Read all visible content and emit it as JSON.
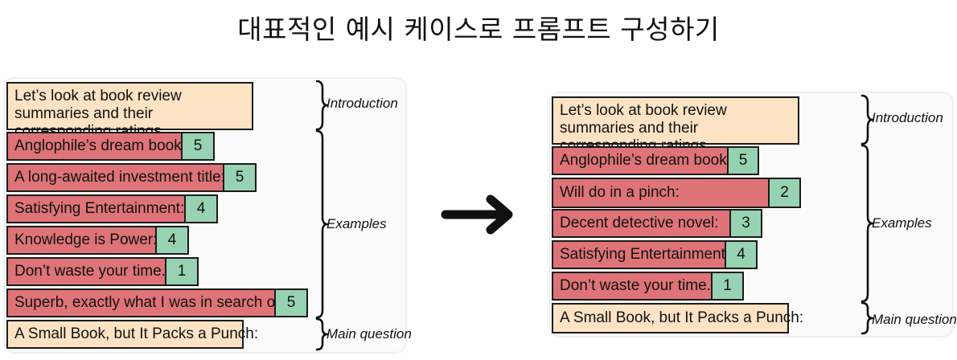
{
  "title": "대표적인 예시 케이스로 프롬프트 구성하기",
  "colors": {
    "introduction_fill": "#fde3c4",
    "example_text_fill": "#df7478",
    "rating_fill": "#97d2b2",
    "question_fill": "#fde3c4"
  },
  "left": {
    "introduction": "Let’s look at book review summaries and their corresponding ratings.",
    "examples": [
      {
        "text": "Anglophile’s dream book:",
        "rating": "5"
      },
      {
        "text": "A long-awaited investment title:",
        "rating": "5"
      },
      {
        "text": "Satisfying Entertainment:",
        "rating": "4"
      },
      {
        "text": "Knowledge is Power:",
        "rating": "4"
      },
      {
        "text": "Don’t waste your time.:",
        "rating": "1"
      },
      {
        "text": "Superb, exactly what I was in search of!:",
        "rating": "5"
      }
    ],
    "question": "A Small Book, but It Packs a Punch:",
    "labels": {
      "introduction": "Introduction",
      "examples": "Examples",
      "main_question": "Main question"
    }
  },
  "right": {
    "introduction": "Let’s look at book review summaries and their corresponding ratings.",
    "examples": [
      {
        "text": "Anglophile’s dream book:",
        "rating": "5"
      },
      {
        "text": "Will do in a pinch:",
        "rating": "2"
      },
      {
        "text": "Decent detective novel:",
        "rating": "3"
      },
      {
        "text": "Satisfying Entertainment:",
        "rating": "4"
      },
      {
        "text": "Don’t waste your time.:",
        "rating": "1"
      }
    ],
    "question": "A Small Book, but It Packs a Punch:",
    "labels": {
      "introduction": "Introduction",
      "examples": "Examples",
      "main_question": "Main question"
    }
  }
}
